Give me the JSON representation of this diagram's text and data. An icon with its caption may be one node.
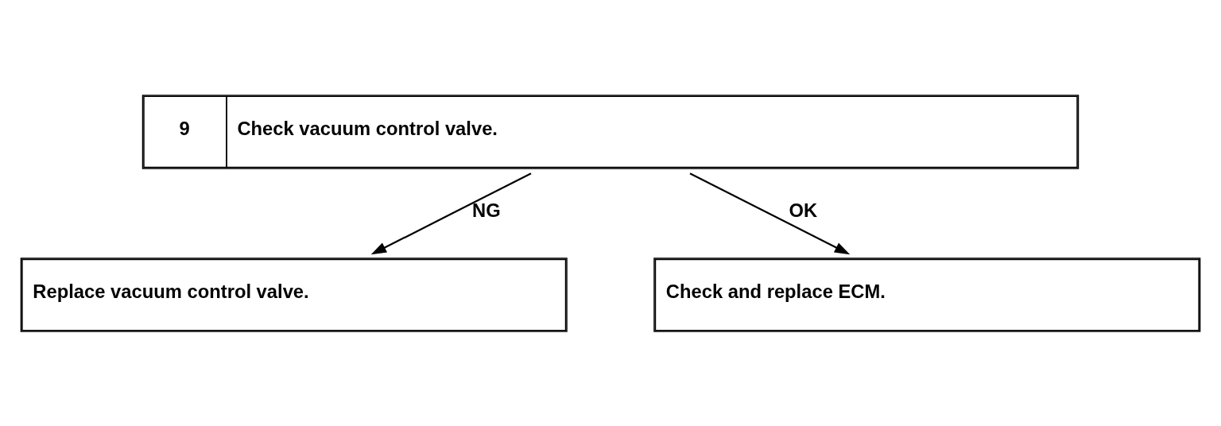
{
  "diagram": {
    "nodes": [
      {
        "text": [
          "9",
          "Check vacuum control valve."
        ]
      },
      {
        "text": [
          "Replace vacuum control valve."
        ]
      },
      {
        "text": [
          "Check and replace ECM."
        ]
      }
    ],
    "edges": [
      {
        "from": 0,
        "to": 1,
        "arrow": "to",
        "label": "NG"
      },
      {
        "from": 0,
        "to": 2,
        "arrow": "to",
        "label": "OK"
      }
    ]
  }
}
